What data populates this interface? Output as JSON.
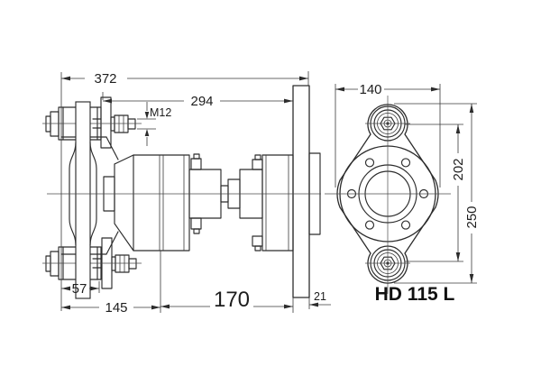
{
  "drawing": {
    "kind": "technical-drawing",
    "ink_color": "#2c2c2c",
    "background_color": "#ffffff",
    "model_label": "HD 115 L",
    "side_view": {
      "dims": {
        "overall_length": "372",
        "body_length": "294",
        "stud_thread": "M12",
        "mount_width": "57",
        "mount_offset": "145",
        "coupling_length": "170",
        "flange_thickness": "21"
      }
    },
    "front_view": {
      "dims": {
        "flange_width": "140",
        "bolt_hole_spacing": "202",
        "flange_height": "250"
      }
    }
  }
}
